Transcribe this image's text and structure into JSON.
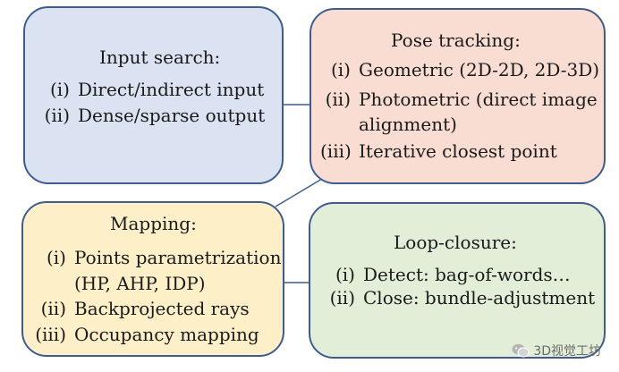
{
  "input_search": {
    "title": "Input search:",
    "items": [
      {
        "num": "(i)",
        "text": "Direct/indirect input"
      },
      {
        "num": "(ii)",
        "text": "Dense/sparse output"
      }
    ]
  },
  "pose_tracking": {
    "title": "Pose tracking:",
    "items": [
      {
        "num": "(i)",
        "text": "Geometric (2D-2D, 2D-3D)"
      },
      {
        "num": "(ii)",
        "text": "Photometric (direct image",
        "cont": "alignment)"
      },
      {
        "num": "(iii)",
        "text": "Iterative closest point"
      }
    ]
  },
  "mapping": {
    "title": "Mapping:",
    "items": [
      {
        "num": "(i)",
        "text": "Points parametrization",
        "cont": "(HP, AHP, IDP)"
      },
      {
        "num": "(ii)",
        "text": "Backprojected rays"
      },
      {
        "num": "(iii)",
        "text": "Occupancy mapping"
      }
    ]
  },
  "loop_closure": {
    "title": "Loop-closure:",
    "items": [
      {
        "num": "(i)",
        "text": "Detect: bag-of-words…"
      },
      {
        "num": "(ii)",
        "text": "Close: bundle-adjustment"
      }
    ]
  },
  "watermark": {
    "text": "3D视觉工坊",
    "icon": "wechat-icon"
  },
  "colors": {
    "border": "#3f5d8c",
    "input_fill": "#dbe2f2",
    "pose_fill": "#f9ddd2",
    "mapping_fill": "#fdf0c9",
    "loop_fill": "#e3eed8"
  }
}
